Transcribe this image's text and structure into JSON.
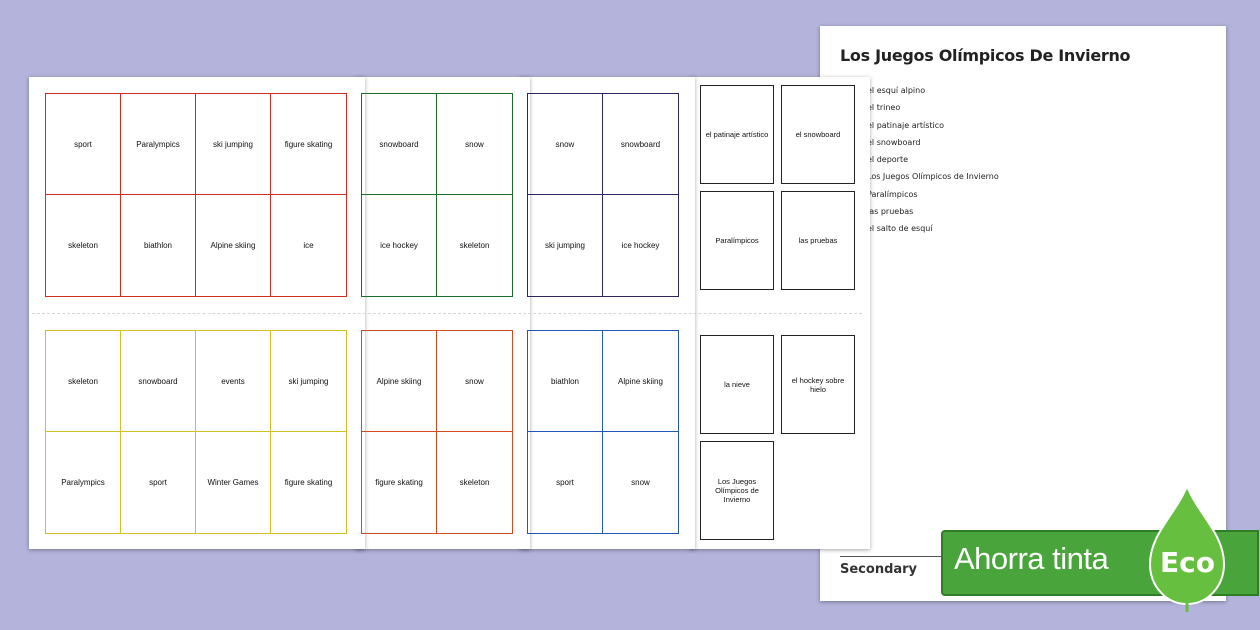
{
  "word_sheet": {
    "title": "Los Juegos Olímpicos De Invierno",
    "words": [
      "el esquí alpino",
      "el trineo",
      "el patinaje artístico",
      "el snowboard",
      "el deporte",
      "Los Juegos Olímpicos de Invierno",
      "Paralímpicos",
      "las pruebas",
      "el salto de esquí"
    ],
    "footer": "Secondary"
  },
  "boards": {
    "top": [
      {
        "color": "#d42a22",
        "cells": [
          "sport",
          "Paralympics",
          "ski jumping",
          "figure skating",
          "skeleton",
          "biathlon",
          "Alpine skiing",
          "ice"
        ]
      },
      {
        "color": "#1f6b2a",
        "cells": [
          "snowboard",
          "snow",
          "ice hockey",
          "skeleton"
        ]
      },
      {
        "color": "#2b2660",
        "cells": [
          "snow",
          "snowboard",
          "ski jumping",
          "ice hockey"
        ]
      }
    ],
    "bottom": [
      {
        "color": "#d4c021",
        "cells": [
          "skeleton",
          "snowboard",
          "events",
          "ski jumping",
          "Paralympics",
          "sport",
          "Winter Games",
          "figure skating"
        ]
      },
      {
        "color": "#d44a1e",
        "cells": [
          "Alpine skiing",
          "snow",
          "figure skating",
          "skeleton"
        ]
      },
      {
        "color": "#2255b5",
        "cells": [
          "biathlon",
          "Alpine skiing",
          "sport",
          "snow"
        ]
      }
    ]
  },
  "cards": [
    "el patinaje artístico",
    "el snowboard",
    "Paralímpicos",
    "las pruebas",
    "la nieve",
    "el hockey sobre hielo",
    "Los Juegos Olímpicos de Invierno"
  ],
  "eco": {
    "label": "Ahorra tinta",
    "word": "Eco"
  }
}
